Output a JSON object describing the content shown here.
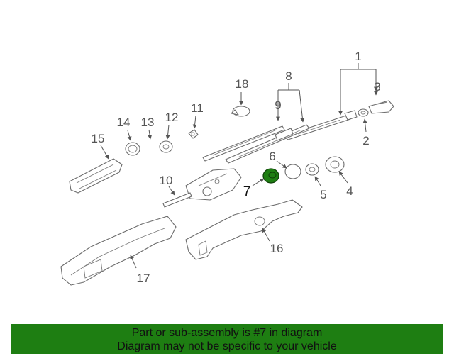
{
  "callouts": {
    "c1": "1",
    "c2": "2",
    "c3": "3",
    "c4": "4",
    "c5": "5",
    "c6": "6",
    "c7": "7",
    "c8": "8",
    "c9": "9",
    "c10": "10",
    "c11": "11",
    "c12": "12",
    "c13": "13",
    "c14": "14",
    "c15": "15",
    "c16": "16",
    "c17": "17",
    "c18": "18"
  },
  "highlight": {
    "part_number": "7",
    "color": "#1e7e12"
  },
  "banner": {
    "line1": "Part or sub-assembly is #7 in diagram",
    "line2": "Diagram may not be specific to your vehicle",
    "background": "#1e7e12"
  }
}
